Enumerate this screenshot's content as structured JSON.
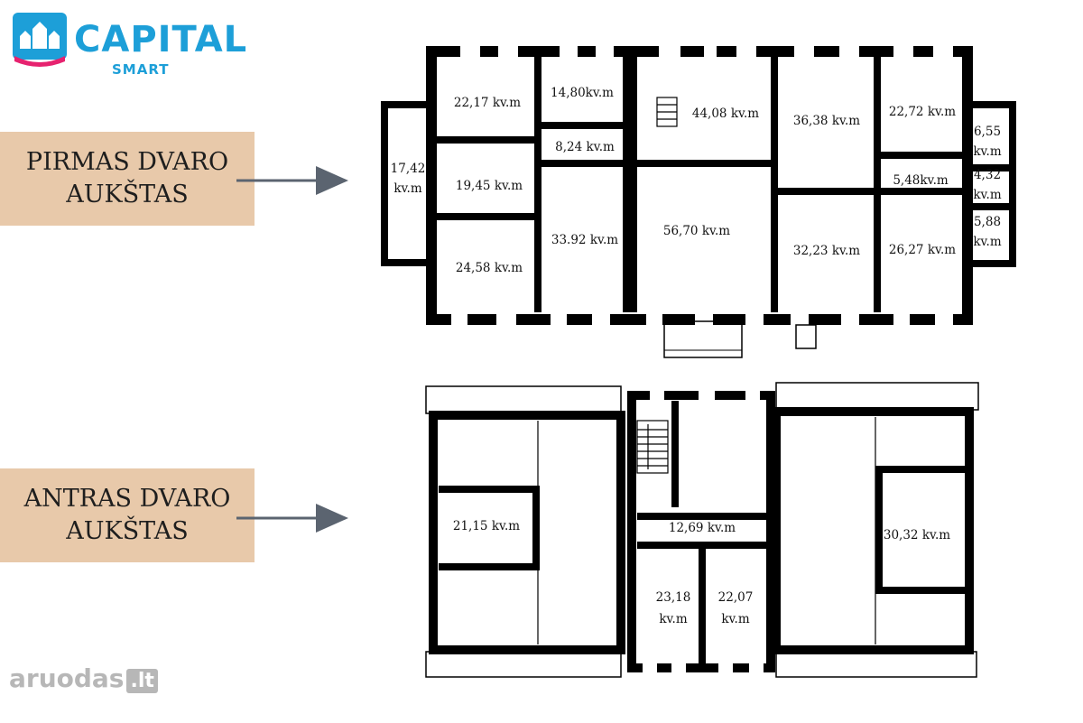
{
  "logo": {
    "name": "CAPITAL",
    "subname": "SMART",
    "brand_color": "#1d9fd8",
    "accent_color": "#e6226f"
  },
  "floors": [
    {
      "label_line1": "PIRMAS DVARO",
      "label_line2": "AUKŠTAS"
    },
    {
      "label_line1": "ANTRAS DVARO",
      "label_line2": "AUKŠTAS"
    }
  ],
  "label_background": "#e8c9aa",
  "arrow_color": "#5b6470",
  "watermark": {
    "text": "aruodas",
    "tld": ".lt"
  },
  "rooms_floor1": [
    "22,17 kv.m",
    "14,80kv.m",
    "44,08 kv.m",
    "36,38 kv.m",
    "22,72 kv.m",
    "6,55",
    "kv.m",
    "17,42",
    "kv.m",
    "8,24 kv.m",
    "19,45 kv.m",
    "5,48kv.m",
    "4,32",
    "kv.m",
    "33.92 kv.m",
    "56,70 kv.m",
    "32,23 kv.m",
    "26,27 kv.m",
    "5,88",
    "kv.m",
    "24,58 kv.m"
  ],
  "rooms_floor2": [
    "21,15 kv.m",
    "12,69 kv.m",
    "30,32 kv.m",
    "23,18",
    "kv.m",
    "22,07",
    "kv.m"
  ]
}
